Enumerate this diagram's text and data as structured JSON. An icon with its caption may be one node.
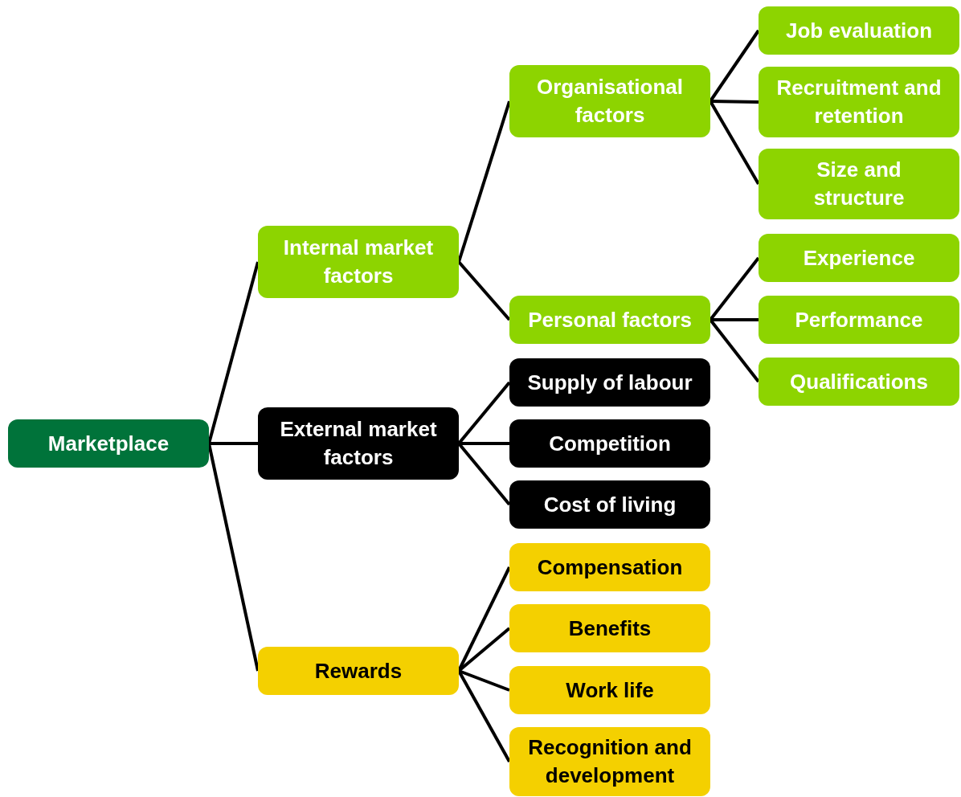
{
  "diagram": {
    "nodes": [
      {
        "text": [
          "Marketplace"
        ]
      },
      {
        "text": [
          "Internal market factors"
        ]
      },
      {
        "text": [
          "External market factors"
        ]
      },
      {
        "text": [
          "Rewards"
        ]
      },
      {
        "text": [
          "Organisational factors"
        ]
      },
      {
        "text": [
          "Personal factors"
        ]
      },
      {
        "text": [
          "Job evaluation"
        ]
      },
      {
        "text": [
          "Recruitment and retention"
        ]
      },
      {
        "text": [
          "Size and structure"
        ]
      },
      {
        "text": [
          "Experience"
        ]
      },
      {
        "text": [
          "Performance"
        ]
      },
      {
        "text": [
          "Qualifications"
        ]
      },
      {
        "text": [
          "Supply of labour"
        ]
      },
      {
        "text": [
          "Competition"
        ]
      },
      {
        "text": [
          "Cost of living"
        ]
      },
      {
        "text": [
          "Compensation"
        ]
      },
      {
        "text": [
          "Benefits"
        ]
      },
      {
        "text": [
          "Work life"
        ]
      },
      {
        "text": [
          "Recognition and development"
        ]
      }
    ],
    "edges": [
      {
        "from": 0,
        "to": 1,
        "arrow": "none"
      },
      {
        "from": 0,
        "to": 2,
        "arrow": "none"
      },
      {
        "from": 0,
        "to": 3,
        "arrow": "none"
      },
      {
        "from": 1,
        "to": 4,
        "arrow": "none"
      },
      {
        "from": 1,
        "to": 5,
        "arrow": "none"
      },
      {
        "from": 4,
        "to": 6,
        "arrow": "none"
      },
      {
        "from": 4,
        "to": 7,
        "arrow": "none"
      },
      {
        "from": 4,
        "to": 8,
        "arrow": "none"
      },
      {
        "from": 5,
        "to": 9,
        "arrow": "none"
      },
      {
        "from": 5,
        "to": 10,
        "arrow": "none"
      },
      {
        "from": 5,
        "to": 11,
        "arrow": "none"
      },
      {
        "from": 2,
        "to": 12,
        "arrow": "none"
      },
      {
        "from": 2,
        "to": 13,
        "arrow": "none"
      },
      {
        "from": 2,
        "to": 14,
        "arrow": "none"
      },
      {
        "from": 3,
        "to": 15,
        "arrow": "none"
      },
      {
        "from": 3,
        "to": 16,
        "arrow": "none"
      },
      {
        "from": 3,
        "to": 17,
        "arrow": "none"
      },
      {
        "from": 3,
        "to": 18,
        "arrow": "none"
      }
    ]
  }
}
